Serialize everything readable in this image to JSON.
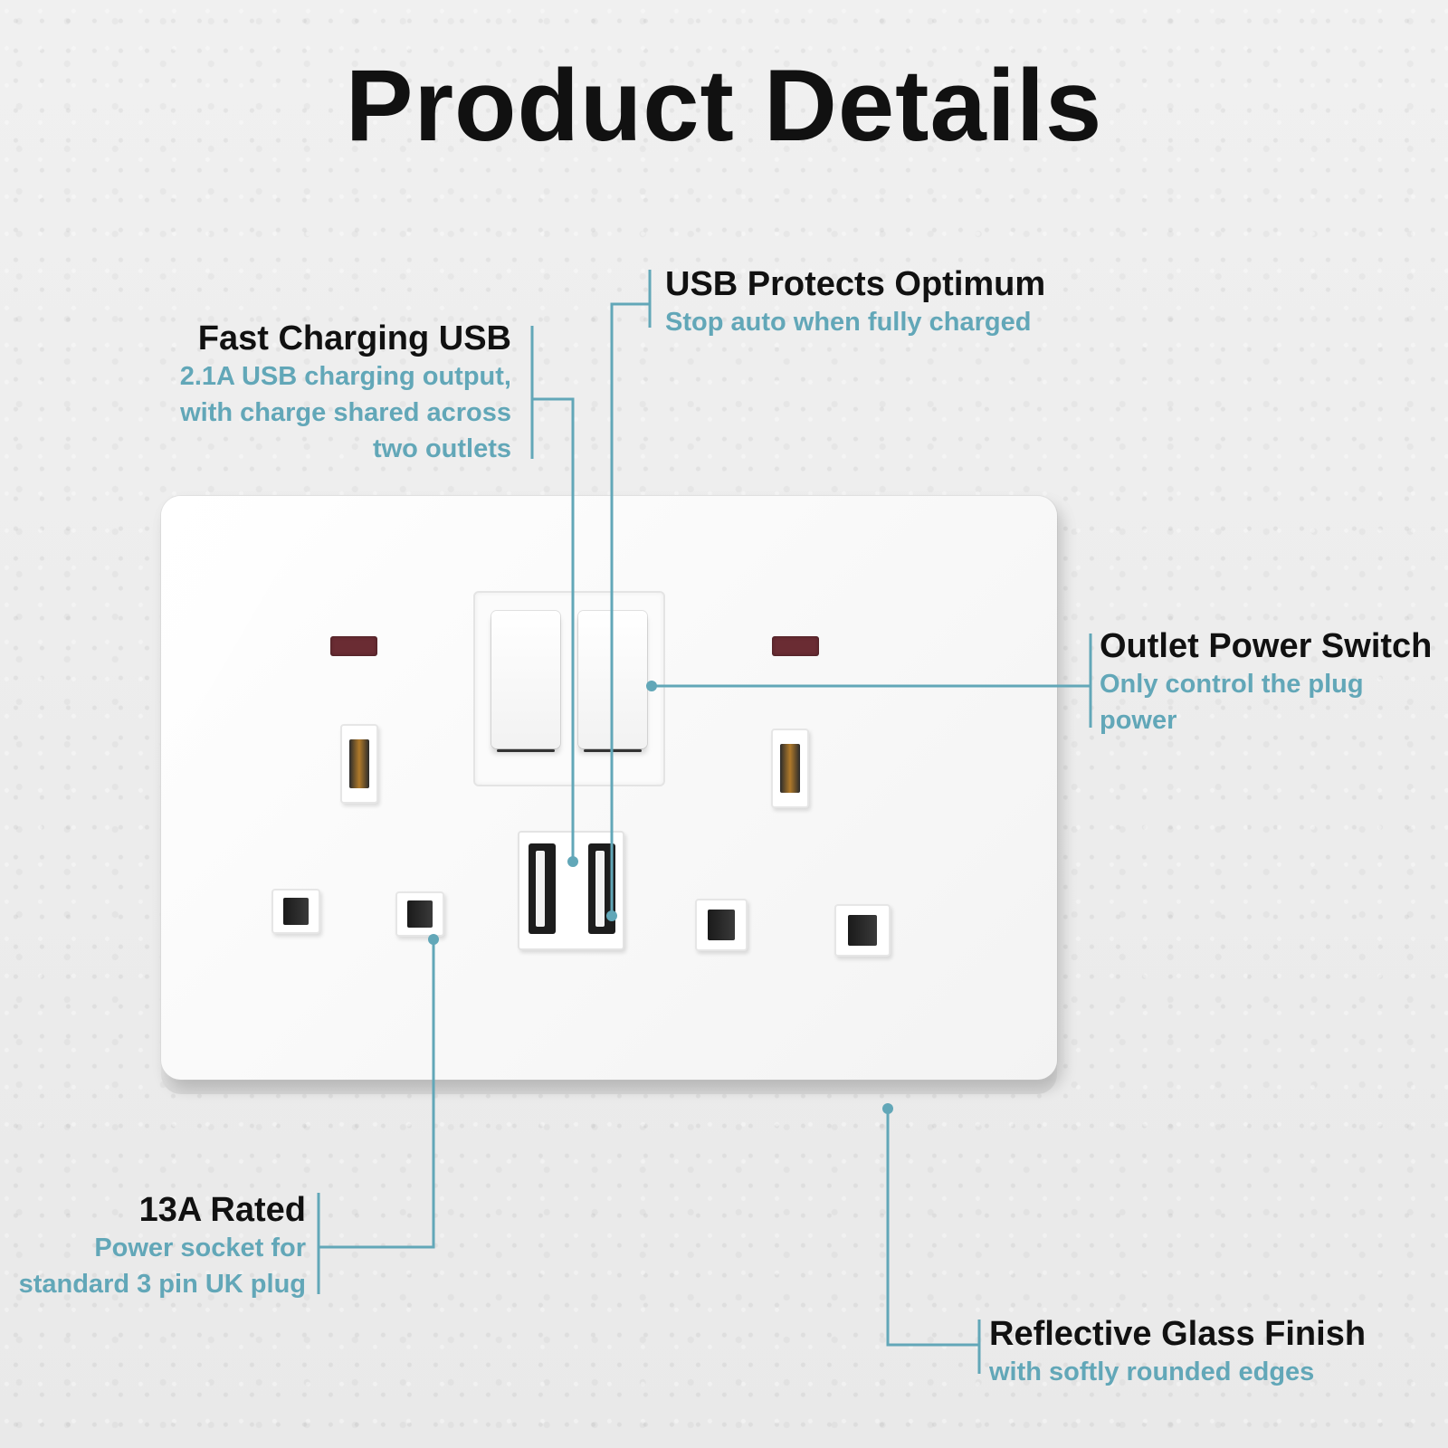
{
  "title": "Product Details",
  "accent_color": "#62a7b8",
  "heading_color": "#111111",
  "callouts": {
    "usb_protects": {
      "heading": "USB Protects Optimum",
      "desc": "Stop auto when fully charged"
    },
    "fast_charging": {
      "heading": "Fast Charging USB",
      "desc_lines": [
        "2.1A USB charging output,",
        "with charge shared across",
        "two outlets"
      ]
    },
    "outlet_switch": {
      "heading": "Outlet Power Switch",
      "desc_lines": [
        "Only control the plug",
        "power"
      ]
    },
    "rated": {
      "heading": "13A Rated",
      "desc_lines": [
        "Power socket for",
        "standard 3 pin UK plug"
      ]
    },
    "glass_finish": {
      "heading": "Reflective Glass Finish",
      "desc": "with softly rounded edges"
    }
  },
  "product": {
    "name": "double-uk-socket-with-usb",
    "neon_color": "#6a2c33",
    "usb_port_count": 2,
    "switch_count": 2
  }
}
